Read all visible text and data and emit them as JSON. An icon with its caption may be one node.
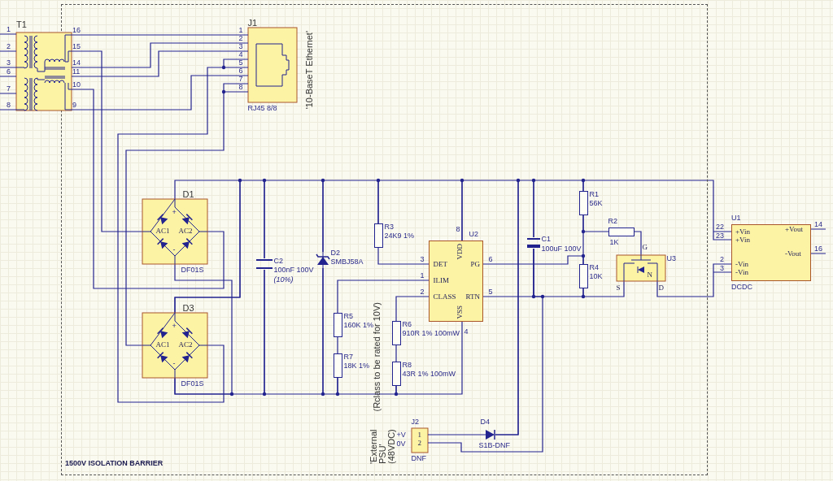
{
  "diagram": {
    "nodes": [
      {
        "text": [
          "1500V ISOLATION BARRIER"
        ]
      },
      {
        "text": [
          "T1"
        ],
        "beside": [
          "1",
          "2",
          "3",
          "6",
          "7",
          "8",
          "16",
          "15",
          "14",
          "11",
          "10",
          "9"
        ]
      },
      {
        "text": [
          "J1",
          "RJ45 8/8"
        ],
        "in": 0,
        "beside": [
          "1",
          "2",
          "3",
          "4",
          "5",
          "6",
          "7",
          "8",
          "'10-BaseT Ethernet'"
        ]
      },
      {
        "text": [
          "D1",
          "AC1",
          "AC2",
          "+",
          "-"
        ],
        "in": 0,
        "beside": [
          "DF01S"
        ]
      },
      {
        "text": [
          "D3",
          "AC1",
          "AC2",
          "+",
          "-"
        ],
        "in": 0,
        "beside": [
          "DF01S"
        ]
      },
      {
        "text": [
          "C2",
          "100nF 100V",
          "(10%)"
        ],
        "in": 0
      },
      {
        "text": [
          "D2",
          "SMBJ58A"
        ],
        "in": 0
      },
      {
        "text": [
          "R3",
          "24K9 1%"
        ],
        "in": 0
      },
      {
        "text": [
          "U2",
          "DET",
          "ILIM",
          "CLASS",
          "VDD",
          "VSS",
          "PG",
          "RTN"
        ],
        "in": 0,
        "beside": [
          "8",
          "3",
          "1",
          "2",
          "4",
          "6",
          "5"
        ]
      },
      {
        "text": [
          "R5",
          "160K 1%"
        ],
        "in": 0
      },
      {
        "text": [
          "R7",
          "18K 1%"
        ],
        "in": 0
      },
      {
        "text": [
          "R6",
          "910R 1% 100mW"
        ],
        "in": 0
      },
      {
        "text": [
          "R8",
          "43R 1% 100mW"
        ],
        "in": 0
      },
      {
        "text": [
          "C1",
          "100uF 100V"
        ],
        "in": 0
      },
      {
        "text": [
          "R1",
          "56K"
        ],
        "in": 0
      },
      {
        "text": [
          "R2",
          "1K"
        ],
        "in": 0
      },
      {
        "text": [
          "R4",
          "10K"
        ],
        "in": 0
      },
      {
        "text": [
          "U3",
          "G",
          "N",
          "S",
          "D"
        ],
        "in": 0
      },
      {
        "text": [
          "U1",
          "+Vin",
          "+Vin",
          "-Vin",
          "-Vin",
          "+Vout",
          "-Vout",
          "DCDC"
        ],
        "beside": [
          "22",
          "23",
          "2",
          "3",
          "14",
          "16"
        ]
      },
      {
        "text": [
          "J2",
          "1",
          "2",
          "DNF"
        ],
        "in": 0,
        "beside": [
          "+V",
          "0V",
          "'External PSU' (48VDC)"
        ]
      },
      {
        "text": [
          "D4",
          "S1B-DNF"
        ],
        "in": 0
      }
    ],
    "edges": [
      {
        "from": 1,
        "to": 2,
        "arrow": "none"
      },
      {
        "from": 1,
        "to": 2,
        "arrow": "none"
      },
      {
        "from": 1,
        "to": 2,
        "arrow": "none"
      },
      {
        "from": 1,
        "to": 2,
        "arrow": "none"
      },
      {
        "from": 1,
        "to": 3,
        "arrow": "none"
      },
      {
        "from": 1,
        "to": 3,
        "arrow": "none"
      },
      {
        "from": 2,
        "to": 4,
        "arrow": "none"
      },
      {
        "from": 2,
        "to": 4,
        "arrow": "none"
      },
      {
        "from": 3,
        "to": 4,
        "arrow": "none"
      },
      {
        "from": 4,
        "to": 5,
        "arrow": "none"
      },
      {
        "from": 5,
        "to": 6,
        "arrow": "none"
      },
      {
        "from": 6,
        "to": 7,
        "arrow": "none"
      },
      {
        "from": 7,
        "to": 8,
        "arrow": "none"
      },
      {
        "from": 8,
        "to": 20,
        "arrow": "none"
      },
      {
        "from": 20,
        "to": 13,
        "arrow": "none"
      },
      {
        "from": 13,
        "to": 14,
        "arrow": "none"
      },
      {
        "from": 14,
        "to": 18,
        "arrow": "none"
      },
      {
        "from": 3,
        "to": 4,
        "arrow": "none"
      },
      {
        "from": 4,
        "to": 5,
        "arrow": "none"
      },
      {
        "from": 5,
        "to": 6,
        "arrow": "none"
      },
      {
        "from": 6,
        "to": 10,
        "arrow": "none"
      },
      {
        "from": 10,
        "to": 12,
        "arrow": "none"
      },
      {
        "from": 12,
        "to": 8,
        "arrow": "none"
      },
      {
        "from": 7,
        "to": 8,
        "arrow": "none"
      },
      {
        "from": 9,
        "to": 8,
        "arrow": "none"
      },
      {
        "from": 9,
        "to": 10,
        "arrow": "none"
      },
      {
        "from": 11,
        "to": 8,
        "arrow": "none"
      },
      {
        "from": 11,
        "to": 12,
        "arrow": "none"
      },
      {
        "from": 8,
        "to": 13,
        "arrow": "none"
      },
      {
        "from": 13,
        "to": 16,
        "arrow": "none"
      },
      {
        "from": 16,
        "to": 17,
        "arrow": "none"
      },
      {
        "from": 14,
        "to": 16,
        "arrow": "none"
      },
      {
        "from": 8,
        "to": 16,
        "arrow": "none"
      },
      {
        "from": 14,
        "to": 15,
        "arrow": "none"
      },
      {
        "from": 15,
        "to": 17,
        "arrow": "none"
      },
      {
        "from": 17,
        "to": 18,
        "arrow": "none"
      },
      {
        "from": 19,
        "to": 20,
        "arrow": "none"
      },
      {
        "from": 19,
        "to": 13,
        "arrow": "none"
      }
    ],
    "labels": [
      "(Rclass to be rated for 10V)"
    ]
  }
}
